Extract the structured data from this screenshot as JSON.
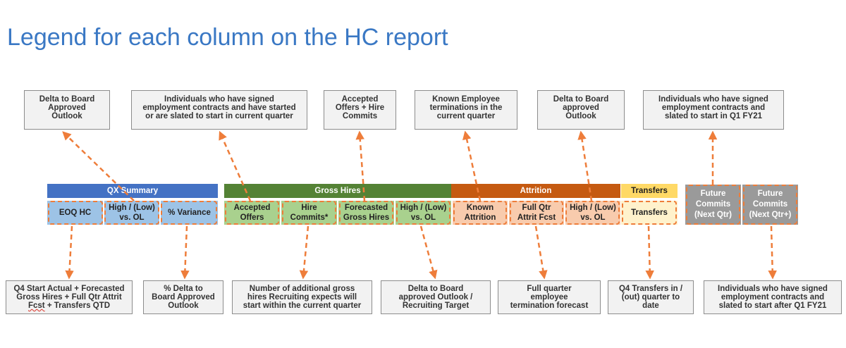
{
  "title": "Legend for each column on the HC report",
  "top_notes": [
    "Delta to Board\nApproved\nOutlook",
    "Individuals who have signed\nemployment contracts and have started\nor are slated to start in current quarter",
    "Accepted\nOffers + Hire\nCommits",
    "Known Employee\nterminations in the\ncurrent quarter",
    "Delta to Board\napproved\nOutlook",
    "Individuals who have signed\nemployment contracts and\nslated to start in Q1 FY21"
  ],
  "groups": {
    "qx_summary": "QX Summary",
    "gross_hires": "Gross Hires",
    "attrition": "Attrition",
    "transfers": "Transfers"
  },
  "columns": {
    "eoq_hc": "EOQ HC",
    "qx_high_low": "High / (Low)\nvs. OL",
    "variance": "% Variance",
    "accepted_offers": "Accepted\nOffers",
    "hire_commits": "Hire\nCommits*",
    "forecasted_gross_hires": "Forecasted\nGross Hires",
    "gh_high_low": "High / (Low)\nvs. OL",
    "known_attrition": "Known\nAttrition",
    "full_qtr_attrit": "Full Qtr\nAttrit Fcst",
    "attr_high_low": "High / (Low)\nvs. OL",
    "transfers": "Transfers",
    "future_commits_next": "Future\nCommits\n(Next Qtr)",
    "future_commits_next_plus": "Future\nCommits\n(Next Qtr+)"
  },
  "bottom_notes": {
    "eoq_line1": "Q4 Start Actual + Forecasted",
    "eoq_line2": "Gross Hires + Full Qtr Attrit",
    "eoq_fcst": "Fcst",
    "eoq_line3_rest": " + Transfers QTD",
    "variance": "% Delta to\nBoard Approved\nOutlook",
    "hire_commits": "Number of additional gross\nhires Recruiting expects will\nstart within the current quarter",
    "gh_high_low": "Delta to Board\napproved Outlook /\nRecruiting Target",
    "full_qtr_attrit": "Full quarter\nemployee\ntermination forecast",
    "transfers": "Q4 Transfers in /\n(out) quarter to\ndate",
    "future_next_plus": "Individuals who have signed\nemployment contracts and\nslated to start after Q1 FY21"
  },
  "colors": {
    "title": "#3a78c4",
    "qx_header": "#4472c4",
    "gross_header": "#548235",
    "attrition_header": "#c55a11",
    "transfers_header": "#ffd966",
    "qx_cell": "#9dc3e6",
    "gross_cell": "#a9d18e",
    "attrition_cell": "#f8cbad",
    "transfers_cell": "#fff2cc",
    "future_cell": "#9a9a9a",
    "dash": "#ee7d3a"
  }
}
